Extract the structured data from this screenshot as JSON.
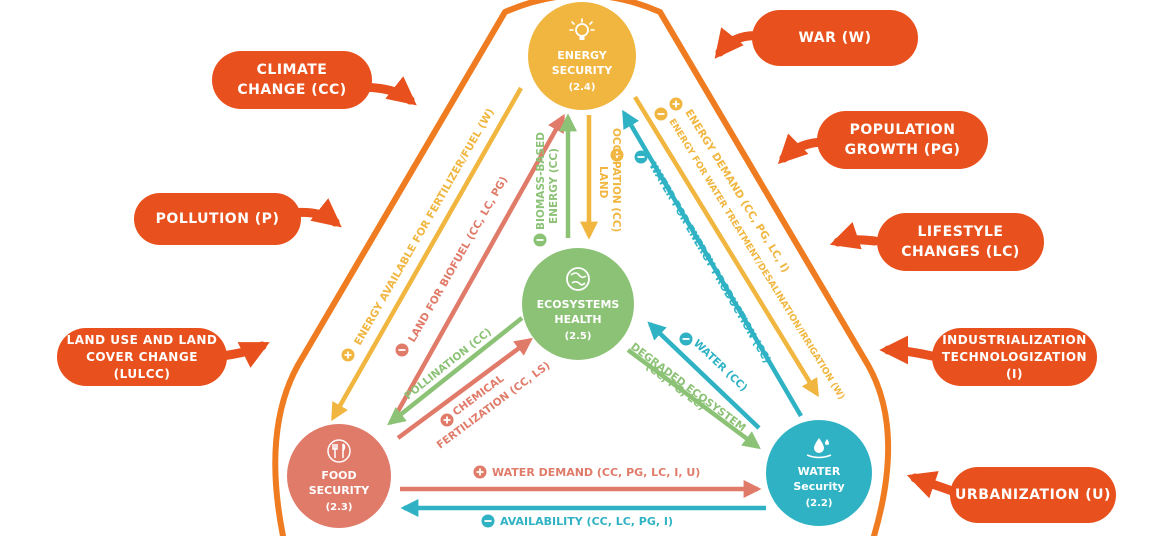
{
  "drivers": {
    "war": "WAR (W)",
    "climate": "CLIMATE\nCHANGE (CC)",
    "population": "POPULATION\nGROWTH (PG)",
    "pollution": "POLLUTION (P)",
    "lifestyle": "LIFESTYLE\nCHANGES (LC)",
    "landuse": "LAND USE AND LAND\nCOVER CHANGE (LULCC)",
    "industrial": "INDUSTRIALIZATION\nTECHNOLOGIZATION (I)",
    "urbanization": "URBANIZATION (U)"
  },
  "nodes": {
    "energy": {
      "title": "ENERGY\nSECURITY",
      "code": "(2.4)",
      "color": "#f0b63f"
    },
    "ecosystems": {
      "title": "ECOSYSTEMS\nHEALTH",
      "code": "(2.5)",
      "color": "#8cc276"
    },
    "food": {
      "title": "FOOD\nSECURITY",
      "code": "(2.3)",
      "color": "#e07b6a"
    },
    "water": {
      "title": "WATER\nSecurity",
      "code": "(2.2)",
      "color": "#2fb3c4"
    }
  },
  "flows": {
    "energy_fertilizer": "ENERGY AVAILABLE FOR FERTILIZER/FUEL (W)",
    "land_biofuel": "LAND FOR BIOFUEL (CC, LC, PG)",
    "biomass_1": "BIOMASS-BASED",
    "biomass_2": "ENERGY (CC)",
    "land_occ_1": "LAND",
    "land_occ_2": "OCCUPATION (CC)",
    "energy_demand": "ENERGY DEMAND (CC, PG, LC, I)",
    "energy_water": "ENERGY FOR WATER TREATMENT/DESALINATION/IRRIGATION (W)",
    "water_energy": "WATER FOR ENERGY PRODUCTION (CC)",
    "pollination": "POLLINATION (CC)",
    "chemical_1": "CHEMICAL",
    "chemical_2": "FERTILIZATION (CC, LS)",
    "water_cc": "WATER (CC)",
    "degraded_1": "DEGRADED ECOSYSTEM",
    "degraded_2": "(CC, PG, LC)",
    "water_demand": "WATER DEMAND (CC, PG, LC, I, U)",
    "availability": "AVAILABILITY (CC, LC, PG, I)"
  },
  "colors": {
    "orange": "#e8511d",
    "border": "#f07c22",
    "energy_flow": "#f0b63f",
    "food_flow": "#e07b6a",
    "eco_flow": "#8cc276",
    "water_flow": "#2fb3c4"
  }
}
